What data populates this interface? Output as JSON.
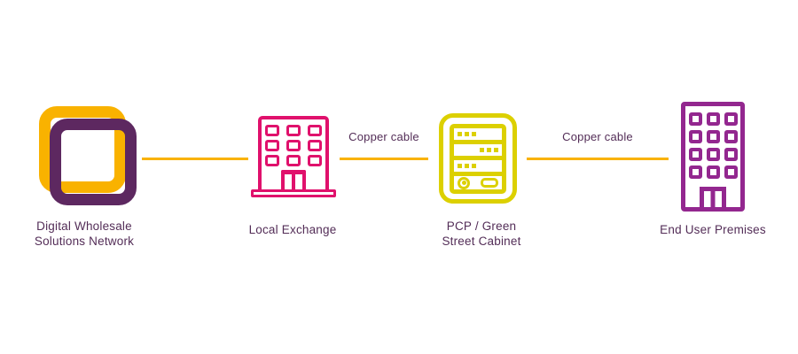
{
  "colors": {
    "background": "#FFFFFF",
    "gold": "#F9B200",
    "acid": "#DCD000",
    "pink": "#E0116C",
    "violet": "#93278F",
    "plum": "#5D2860",
    "text": "#532D57"
  },
  "nodes": [
    {
      "id": "dwsn",
      "icon": "overlapping-rounded-squares",
      "label_lines": [
        "Digital Wholesale",
        "Solutions Network"
      ]
    },
    {
      "id": "local-exchange",
      "icon": "office-building",
      "label_lines": [
        "Local Exchange"
      ]
    },
    {
      "id": "pcp-cabinet",
      "icon": "street-cabinet",
      "label_lines": [
        "PCP / Green",
        "Street Cabinet"
      ]
    },
    {
      "id": "end-user-premises",
      "icon": "tall-building",
      "label_lines": [
        "End User Premises"
      ]
    }
  ],
  "links": [
    {
      "from": "dwsn",
      "to": "local-exchange",
      "label": ""
    },
    {
      "from": "local-exchange",
      "to": "pcp-cabinet",
      "label": "Copper cable"
    },
    {
      "from": "pcp-cabinet",
      "to": "end-user-premises",
      "label": "Copper cable"
    }
  ]
}
